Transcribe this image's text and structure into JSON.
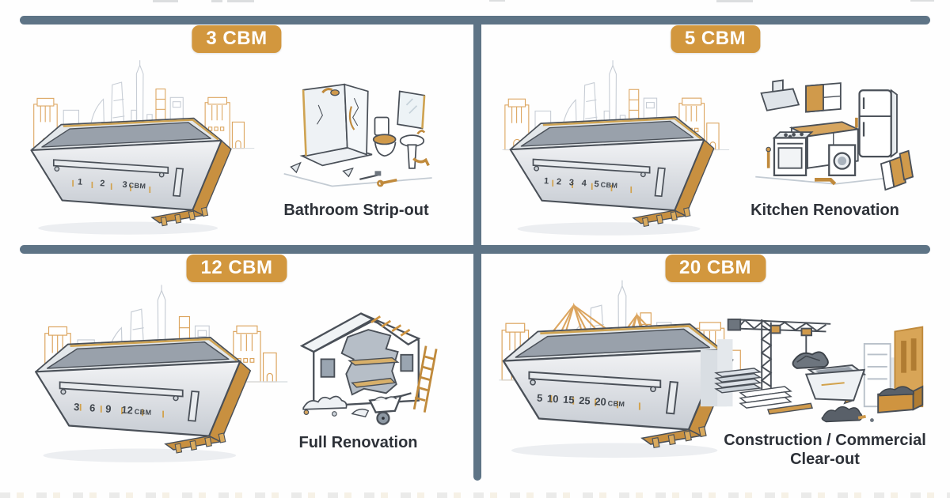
{
  "infographic": {
    "unit_label": "CBM",
    "accent_colors": {
      "badge_orange": "#d2973e",
      "divider_slate": "#5e7486",
      "skip_orange": "#c89040",
      "gold_trim": "#cfa351",
      "caption_text": "#2d3138"
    }
  },
  "panels": [
    {
      "badge": "3 CBM",
      "caption": "Bathroom Strip-out",
      "illustration": "bathroom-strip-out",
      "skip_markings": {
        "numbers": [
          "1",
          "2"
        ],
        "capacity": "3",
        "unit": "CBM"
      }
    },
    {
      "badge": "5 CBM",
      "caption": "Kitchen Renovation",
      "illustration": "kitchen-renovation",
      "skip_markings": {
        "numbers": [
          "1",
          "2",
          "3",
          "4"
        ],
        "capacity": "5",
        "unit": "CBM"
      }
    },
    {
      "badge": "12 CBM",
      "caption": "Full Renovation",
      "illustration": "full-renovation",
      "skip_markings": {
        "numbers": [
          "3",
          "6",
          "9"
        ],
        "capacity": "12",
        "unit": "CBM"
      }
    },
    {
      "badge": "20 CBM",
      "caption": "Construction / Commercial Clear-out",
      "illustration": "construction-commercial-clear-out",
      "skip_markings": {
        "numbers": [
          "5",
          "10",
          "15",
          "25"
        ],
        "capacity": "20",
        "unit": "CBM"
      }
    }
  ]
}
